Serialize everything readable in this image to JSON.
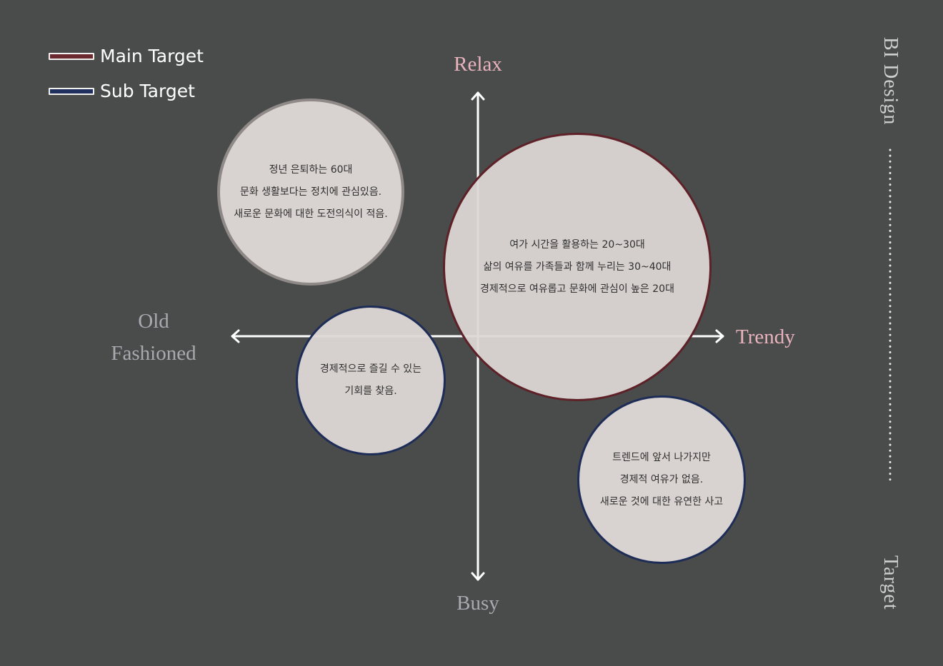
{
  "legend": [
    {
      "label": "Main Target",
      "color": "#6b2a30"
    },
    {
      "label": "Sub Target",
      "color": "#1f2f5e"
    }
  ],
  "axes": {
    "top": "Relax",
    "bottom": "Busy",
    "right": "Trendy",
    "left_line1": "Old",
    "left_line2": "Fashioned"
  },
  "bubbles": {
    "upper_left": {
      "border": "#8f8a88",
      "lines": [
        "정년 은퇴하는 60대",
        "문화 생활보다는 정치에 관심있음.",
        "새로운 문화에 대한 도전의식이 적음."
      ]
    },
    "main": {
      "border": "#5e2127",
      "lines": [
        "여가 시간을 활용하는 20~30대",
        "삶의 여유를 가족들과 함께 누리는 30~40대",
        "경제적으로 여유롭고 문화에 관심이 높은 20대"
      ]
    },
    "lower_left": {
      "border": "#1e2d57",
      "lines": [
        "경제적으로 즐길 수 있는",
        "기회를 찾음."
      ]
    },
    "lower_right": {
      "border": "#1e2d57",
      "lines": [
        "트렌드에 앞서 나가지만",
        "경제적 여유가 없음.",
        "새로운 것에 대한 유연한 사고"
      ]
    }
  },
  "side": {
    "top": "BI Design",
    "bottom": "Target"
  }
}
